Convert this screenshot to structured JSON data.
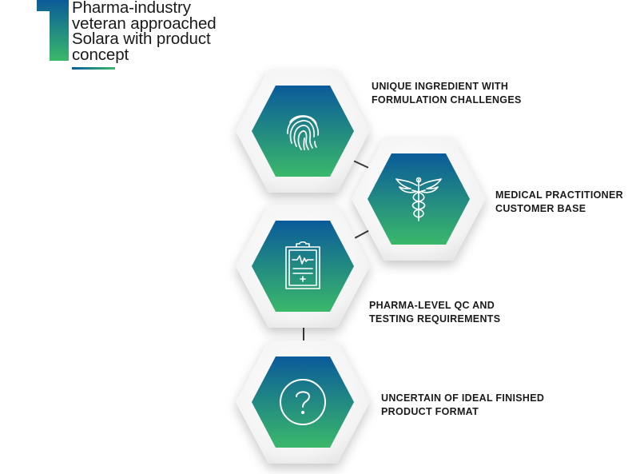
{
  "header": {
    "number": "1",
    "title_lines": [
      "Pharma-industry",
      "veteran approached",
      "Solara with product",
      "concept"
    ]
  },
  "colors": {
    "gradient_top": "#0a5b9a",
    "gradient_bottom": "#3ab86a",
    "text": "#1a1a1a",
    "connector": "#3a3a3a"
  },
  "steps": [
    {
      "icon": "fingerprint-icon",
      "lines": [
        "UNIQUE INGREDIENT WITH",
        "FORMULATION CHALLENGES"
      ]
    },
    {
      "icon": "caduceus-icon",
      "lines": [
        "MEDICAL PRACTITIONER",
        "CUSTOMER BASE"
      ]
    },
    {
      "icon": "clipboard-icon",
      "lines": [
        "PHARMA-LEVEL QC AND",
        "TESTING REQUIREMENTS"
      ]
    },
    {
      "icon": "question-icon",
      "lines": [
        "UNCERTAIN OF IDEAL FINISHED",
        "PRODUCT FORMAT"
      ]
    }
  ]
}
